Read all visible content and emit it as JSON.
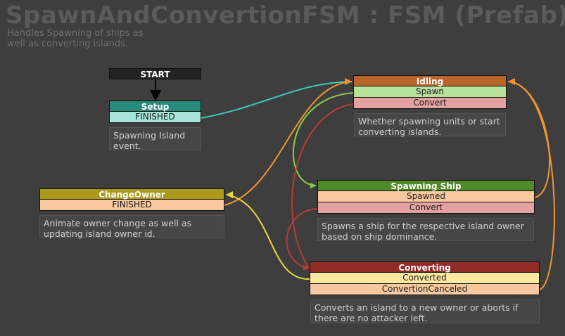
{
  "title": "SpawnAndConvertionFSM : FSM (Prefab)",
  "description": "Handles Spawning of ships as well as converting islands.",
  "start": {
    "label": "START",
    "color": "#232323"
  },
  "states": {
    "setup": {
      "name": "Setup",
      "color": "#2a8a7e",
      "events": [
        {
          "label": "FINISHED",
          "color": "#a6e3d9"
        }
      ],
      "note": "Spawning Island event."
    },
    "idling": {
      "name": "Idling",
      "color": "#b8642a",
      "events": [
        {
          "label": "Spawn",
          "color": "#b6e29c"
        },
        {
          "label": "Convert",
          "color": "#e4a1a1"
        }
      ],
      "note": "Whether spawning units or start converting islands."
    },
    "change_owner": {
      "name": "ChangeOwner",
      "color": "#ab9a18",
      "events": [
        {
          "label": "FINISHED",
          "color": "#f8c8a0"
        }
      ],
      "note": "Animate owner change as well as updating island owner id."
    },
    "spawning_ship": {
      "name": "Spawning Ship",
      "color": "#4e8a2a",
      "events": [
        {
          "label": "Spawned",
          "color": "#f8c8a0"
        },
        {
          "label": "Convert",
          "color": "#e4a1a1"
        }
      ],
      "note": "Spawns a ship for the respective island owner based on ship dominance."
    },
    "converting": {
      "name": "Converting",
      "color": "#922a26",
      "events": [
        {
          "label": "Converted",
          "color": "#fbe9a0"
        },
        {
          "label": "ConvertionCanceled",
          "color": "#f8c8a0"
        }
      ],
      "note": "Converts an island to a new owner or aborts if there are no attacker left."
    }
  },
  "transition_colors": {
    "finished_teal": "#3ec7b9",
    "spawn_green": "#8ccc4a",
    "convert_red": "#b83c36",
    "orange": "#f0952e",
    "yellow": "#e8d83a"
  }
}
